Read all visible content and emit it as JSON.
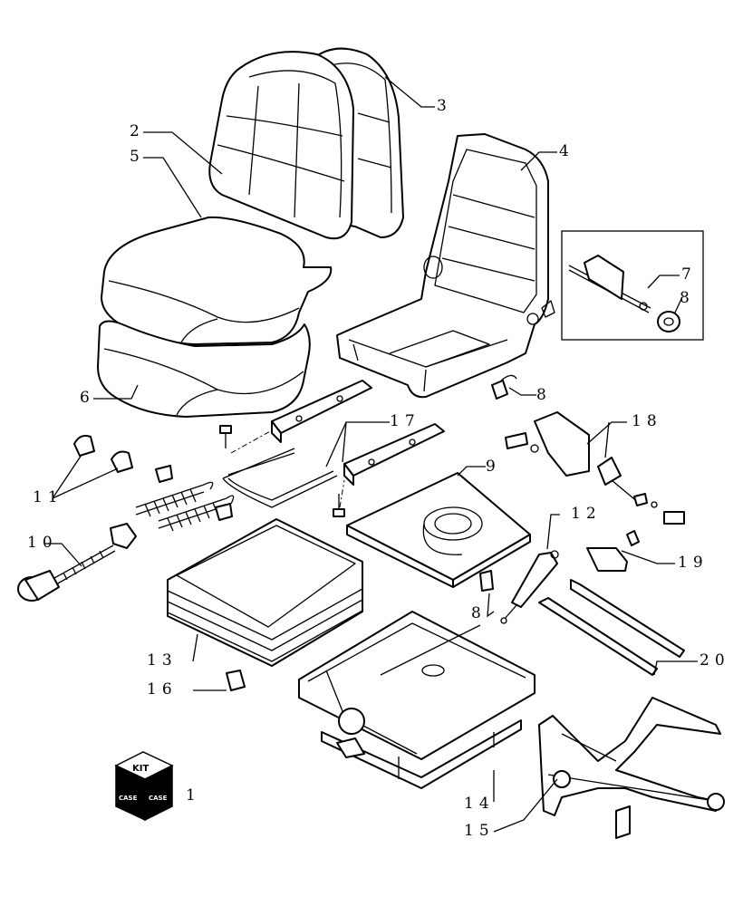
{
  "callouts": {
    "c1": "1",
    "c2": "2",
    "c3": "3",
    "c4": "4",
    "c5": "5",
    "c6": "6",
    "c7": "7",
    "c8a": "8",
    "c8b": "8",
    "c8c": "8",
    "c9": "9",
    "c10": "10",
    "c11": "11",
    "c12": "12",
    "c13": "13",
    "c14": "14",
    "c15": "15",
    "c16": "16",
    "c17": "17",
    "c18": "18",
    "c19": "19",
    "c20": "20"
  },
  "kit_box": {
    "label": "KIT",
    "brand": "CASE"
  }
}
